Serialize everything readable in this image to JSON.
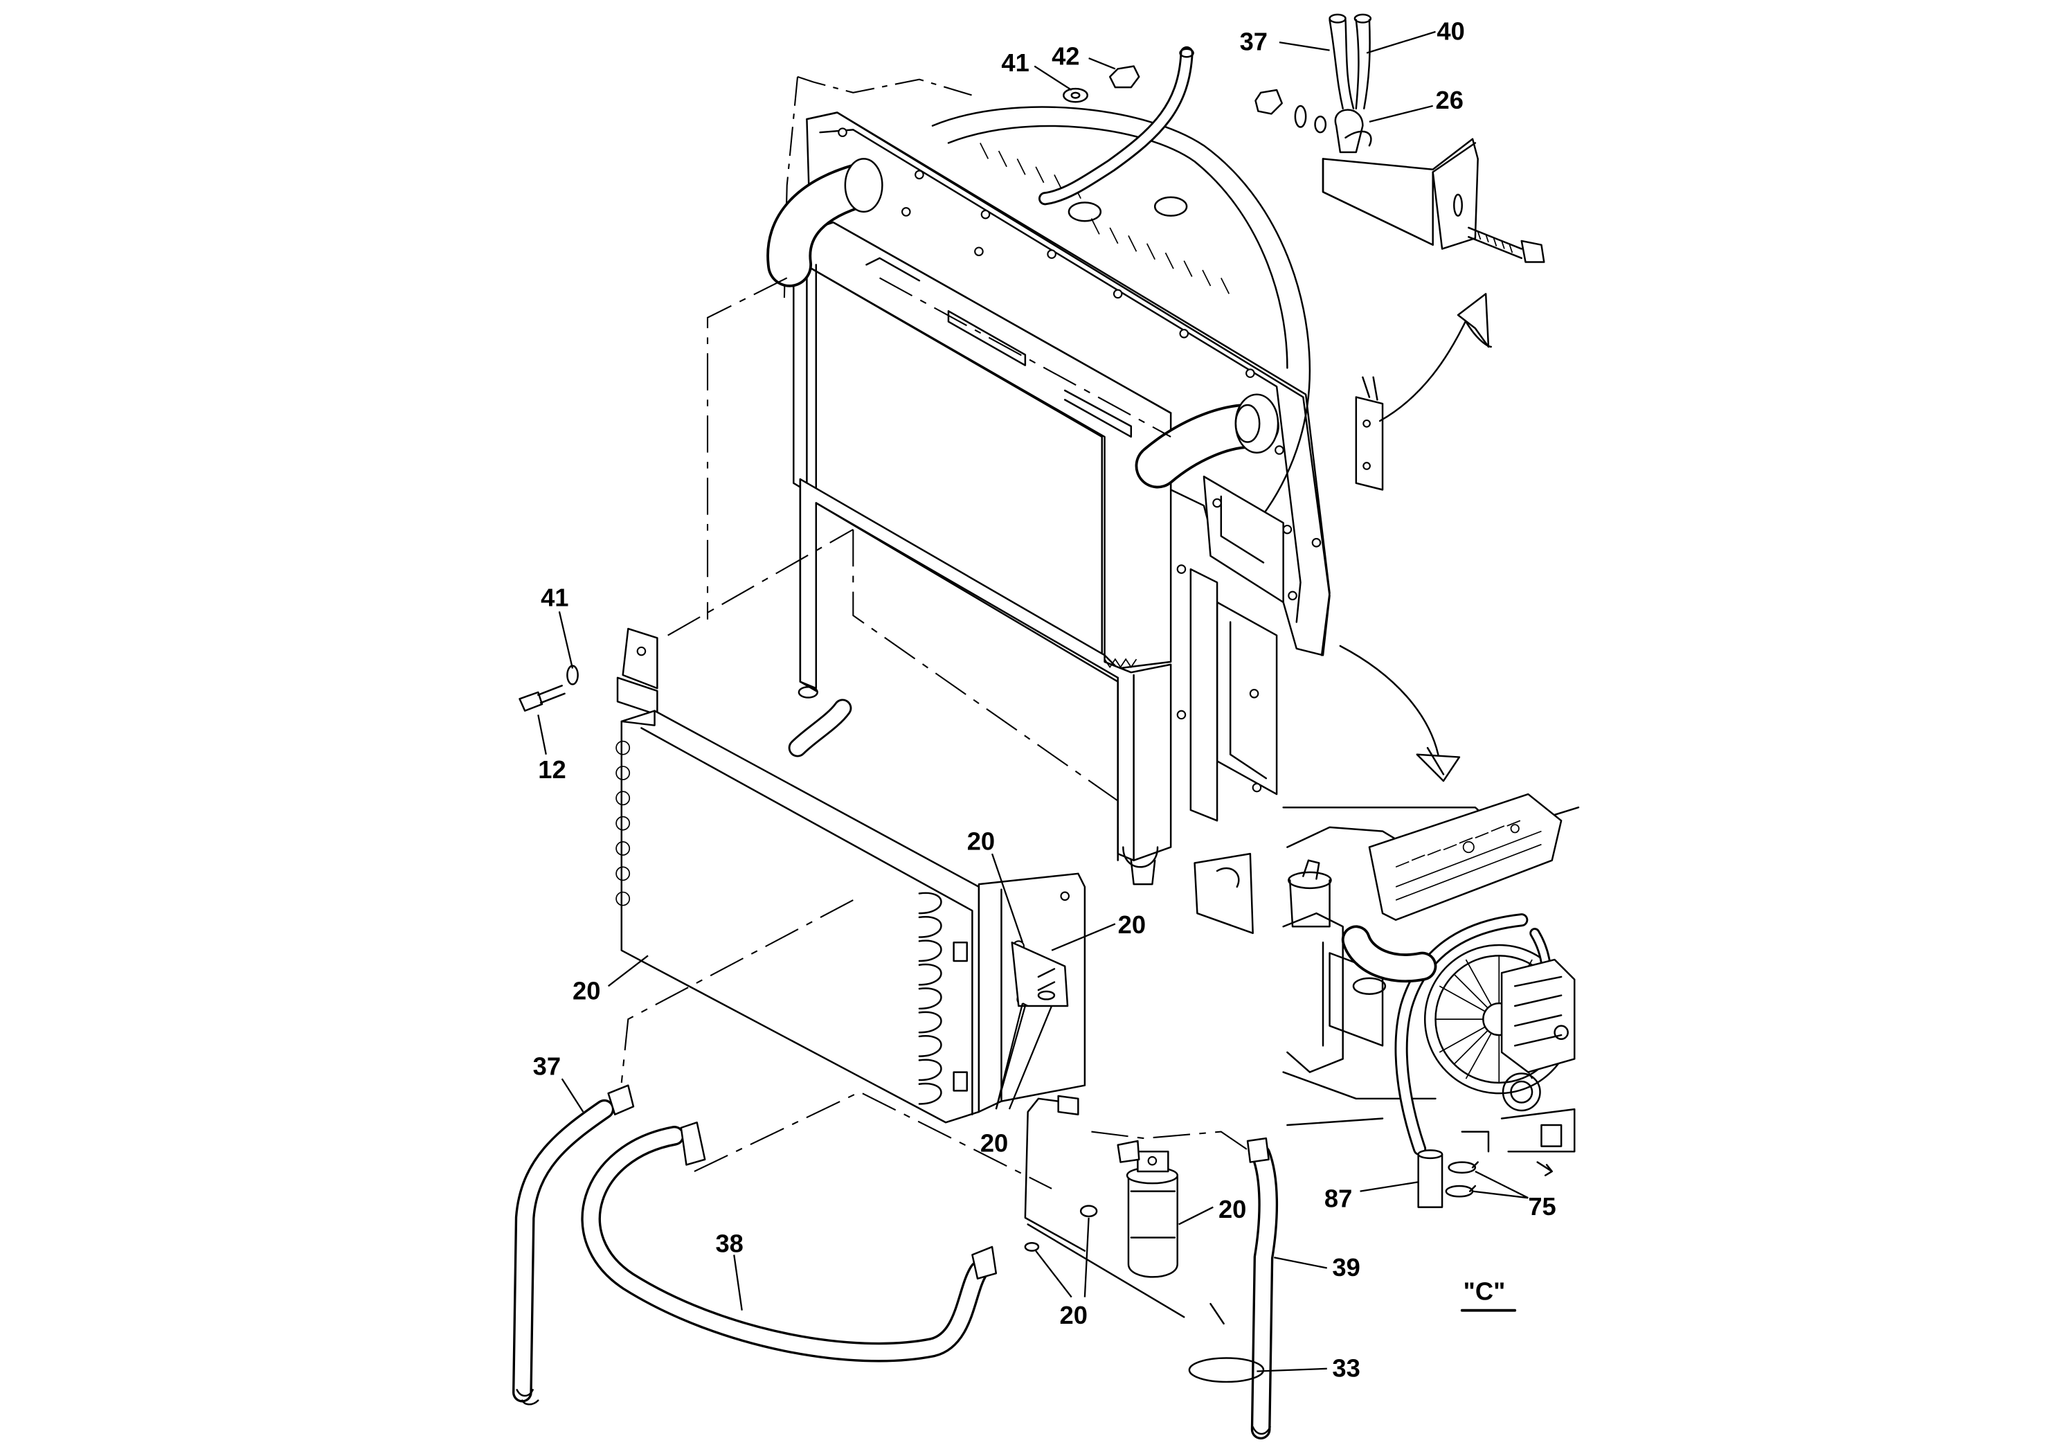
{
  "callouts": {
    "c37_top": "37",
    "c40_top": "40",
    "c26": "26",
    "c41_top": "41",
    "c42": "42",
    "c41_left": "41",
    "c12": "12",
    "c20_a": "20",
    "c20_b": "20",
    "c20_c": "20",
    "c20_d": "20",
    "c20_e": "20",
    "c20_f": "20",
    "c37_bottom": "37",
    "c38": "38",
    "c39": "39",
    "c33": "33",
    "c87": "87",
    "c75": "75"
  },
  "detail_view": {
    "label": "\"C\""
  }
}
